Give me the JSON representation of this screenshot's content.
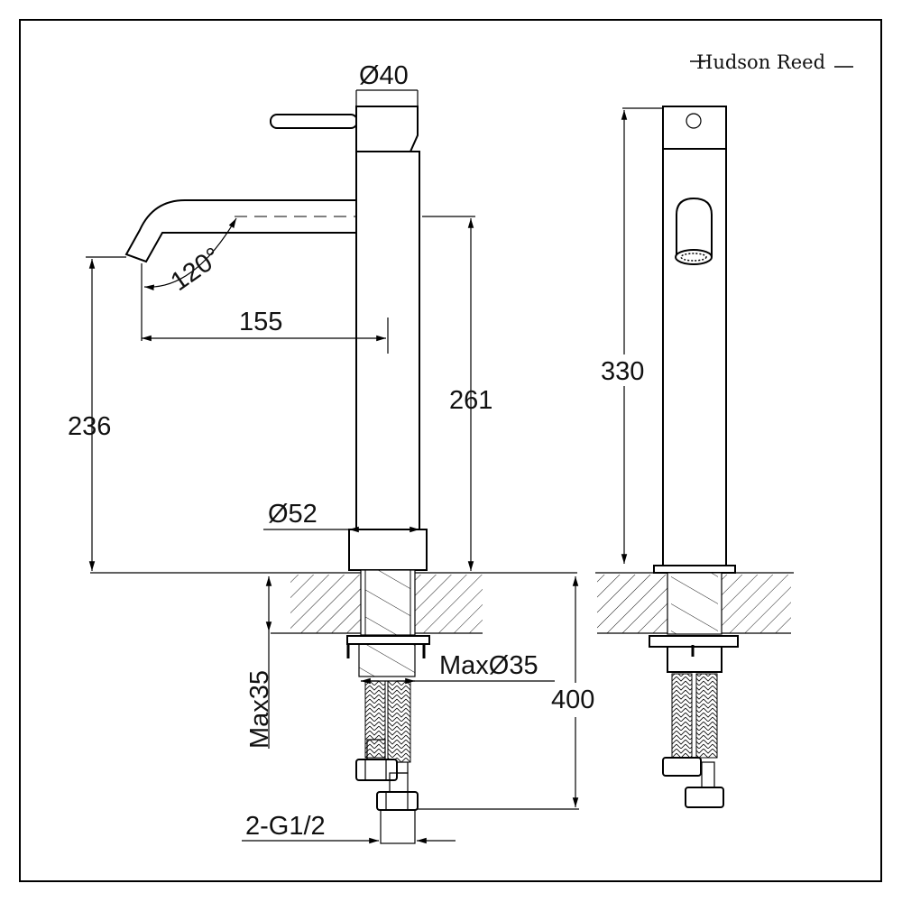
{
  "logo": {
    "text": "Hudson Reed"
  },
  "dimensions": {
    "spout_handle_diameter": "Ø40",
    "spout_angle": "120°",
    "spout_reach": "155",
    "spout_height": "236",
    "body_height_to_spout": "261",
    "base_diameter": "Ø52",
    "max_counter_thickness": "Max35",
    "max_hole_diameter": "MaxØ35",
    "hose_length": "400",
    "connection": "2-G1/2",
    "total_height": "330"
  }
}
